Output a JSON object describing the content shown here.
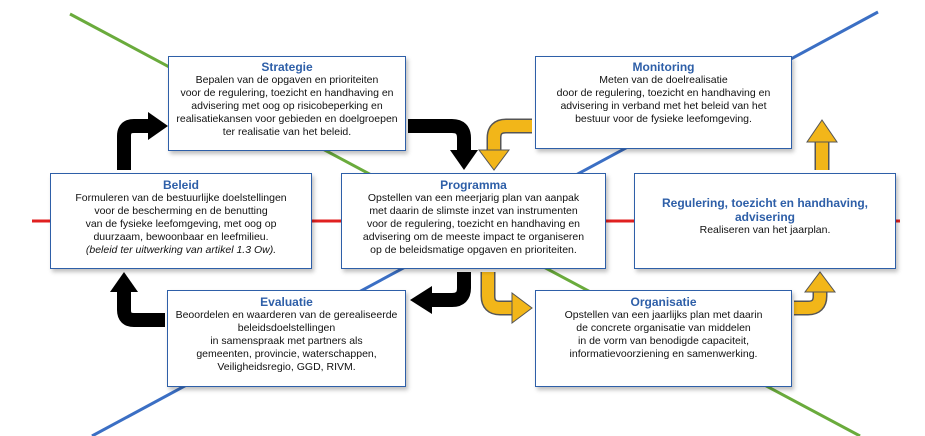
{
  "colors": {
    "box_border": "#2e5fa8",
    "title": "#2e5fa8",
    "axis_horizontal": "#e02020",
    "axis_green": "#6aab3c",
    "axis_blue": "#3b6fc4",
    "arrow_black": "#000000",
    "arrow_gold": "#f2b619"
  },
  "boxes": {
    "strategie": {
      "title": "Strategie",
      "lines": [
        "Bepalen van de opgaven en prioriteiten",
        "voor de regulering, toezicht en handhaving en",
        "advisering met oog op risicobeperking en",
        "realisatiekansen voor gebieden en doelgroepen",
        "ter realisatie van het beleid."
      ]
    },
    "monitoring": {
      "title": "Monitoring",
      "lines": [
        "Meten van de doelrealisatie",
        "door de regulering, toezicht en handhaving en",
        "advisering in verband met het beleid van het",
        "bestuur voor de fysieke leefomgeving."
      ]
    },
    "beleid": {
      "title": "Beleid",
      "lines": [
        "Formuleren van de bestuurlijke doelstellingen",
        "voor de bescherming en de benutting",
        "van de fysieke leefomgeving, met oog op",
        "duurzaam, bewoonbaar en leefmilieu."
      ],
      "note": "(beleid ter uitwerking van artikel 1.3 Ow)."
    },
    "programma": {
      "title": "Programma",
      "lines": [
        "Opstellen van een meerjarig plan van aanpak",
        "met daarin de slimste inzet van instrumenten",
        "voor de regulering, toezicht en handhaving en",
        "advisering om de meeste impact te organiseren",
        "op de beleidsmatige opgaven en prioriteiten."
      ]
    },
    "regulering": {
      "title_line1": "Regulering, toezicht en handhaving,",
      "title_line2": "advisering",
      "lines": [
        "Realiseren van het jaarplan."
      ]
    },
    "evaluatie": {
      "title": "Evaluatie",
      "lines": [
        "Beoordelen en waarderen van de gerealiseerde",
        "beleidsdoelstellingen",
        "in samenspraak met partners als",
        "gemeenten, provincie, waterschappen,",
        "Veiligheidsregio, GGD, RIVM."
      ]
    },
    "organisatie": {
      "title": "Organisatie",
      "lines": [
        "Opstellen van een jaarlijks plan met daarin",
        "de concrete organisatie van middelen",
        "in de vorm van benodigde capaciteit,",
        "informatievoorziening en samenwerking."
      ]
    }
  }
}
